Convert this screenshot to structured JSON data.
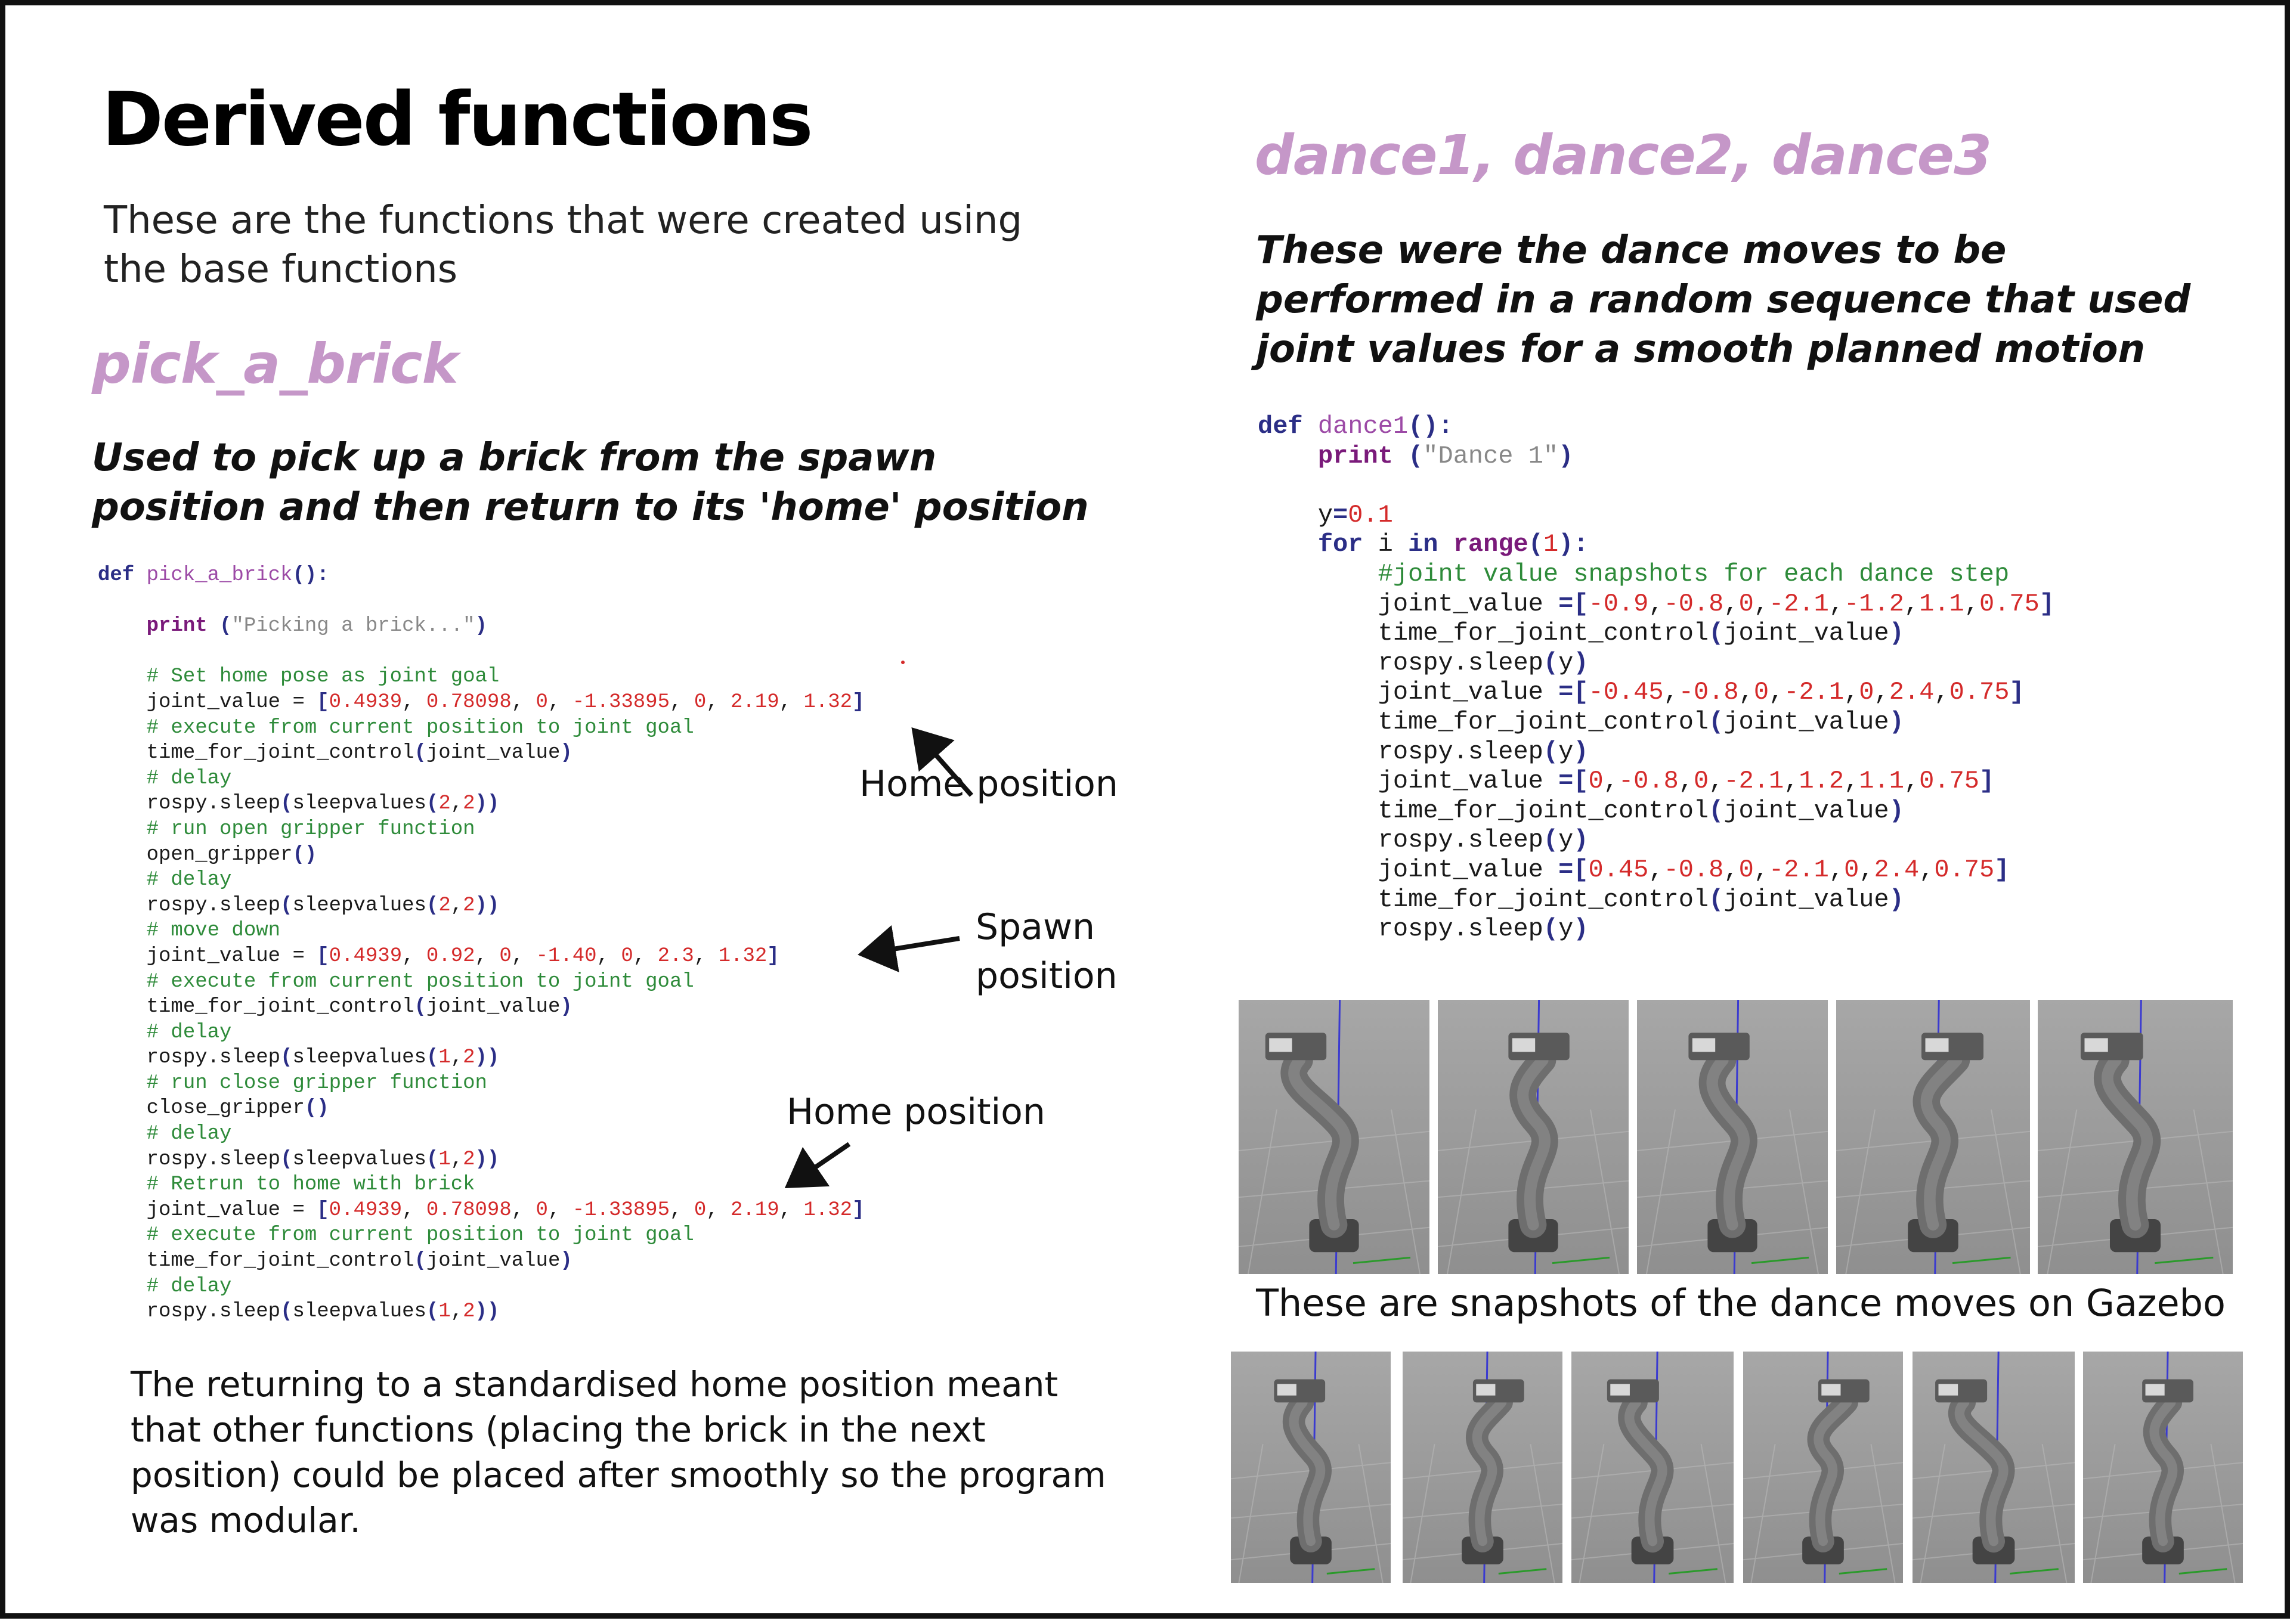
{
  "title": "Derived functions",
  "intro": "These are the functions that were created using the base functions",
  "left": {
    "heading": "pick_a_brick",
    "description": "Used to pick up a brick from the spawn position and then return to its 'home' position",
    "annotations": {
      "home1": "Home position",
      "spawn_line1": "Spawn",
      "spawn_line2": "position",
      "home2": "Home position"
    },
    "body": "The returning to a standardised home position meant that other functions (placing the brick in the next position) could be placed after smoothly so the program was modular."
  },
  "right": {
    "heading": "dance1, dance2, dance3",
    "description": "These were the dance moves to be performed in a random sequence that used joint values for a smooth planned motion",
    "caption": "These are snapshots of the dance moves on Gazebo"
  },
  "code_left": [
    [
      [
        "kw",
        "def "
      ],
      [
        "fn",
        "pick_a_brick"
      ],
      [
        "br",
        "():"
      ]
    ],
    [],
    [
      [
        "plain",
        "    "
      ],
      [
        "kw2",
        "print "
      ],
      [
        "br",
        "("
      ],
      [
        "str",
        "\"Picking a brick...\""
      ],
      [
        "br",
        ")"
      ]
    ],
    [],
    [
      [
        "cmt",
        "    # Set home pose as joint goal"
      ]
    ],
    [
      [
        "plain",
        "    joint_value = "
      ],
      [
        "br",
        "["
      ],
      [
        "num",
        "0.4939"
      ],
      [
        "plain",
        ", "
      ],
      [
        "num",
        "0.78098"
      ],
      [
        "plain",
        ", "
      ],
      [
        "num",
        "0"
      ],
      [
        "plain",
        ", "
      ],
      [
        "num",
        "-1.33895"
      ],
      [
        "plain",
        ", "
      ],
      [
        "num",
        "0"
      ],
      [
        "plain",
        ", "
      ],
      [
        "num",
        "2.19"
      ],
      [
        "plain",
        ", "
      ],
      [
        "num",
        "1.32"
      ],
      [
        "br",
        "]"
      ]
    ],
    [
      [
        "cmt",
        "    # execute from current position to joint goal"
      ]
    ],
    [
      [
        "plain",
        "    time_for_joint_control"
      ],
      [
        "br",
        "("
      ],
      [
        "plain",
        "joint_value"
      ],
      [
        "br",
        ")"
      ]
    ],
    [
      [
        "cmt",
        "    # delay"
      ]
    ],
    [
      [
        "plain",
        "    rospy.sleep"
      ],
      [
        "br",
        "("
      ],
      [
        "plain",
        "sleepvalues"
      ],
      [
        "br",
        "("
      ],
      [
        "num",
        "2"
      ],
      [
        "plain",
        ","
      ],
      [
        "num",
        "2"
      ],
      [
        "br",
        "))"
      ]
    ],
    [
      [
        "cmt",
        "    # run open gripper function"
      ]
    ],
    [
      [
        "plain",
        "    open_gripper"
      ],
      [
        "br",
        "()"
      ]
    ],
    [
      [
        "cmt",
        "    # delay"
      ]
    ],
    [
      [
        "plain",
        "    rospy.sleep"
      ],
      [
        "br",
        "("
      ],
      [
        "plain",
        "sleepvalues"
      ],
      [
        "br",
        "("
      ],
      [
        "num",
        "2"
      ],
      [
        "plain",
        ","
      ],
      [
        "num",
        "2"
      ],
      [
        "br",
        "))"
      ]
    ],
    [
      [
        "cmt",
        "    # move down"
      ]
    ],
    [
      [
        "plain",
        "    joint_value = "
      ],
      [
        "br",
        "["
      ],
      [
        "num",
        "0.4939"
      ],
      [
        "plain",
        ", "
      ],
      [
        "num",
        "0.92"
      ],
      [
        "plain",
        ", "
      ],
      [
        "num",
        "0"
      ],
      [
        "plain",
        ", "
      ],
      [
        "num",
        "-1.40"
      ],
      [
        "plain",
        ", "
      ],
      [
        "num",
        "0"
      ],
      [
        "plain",
        ", "
      ],
      [
        "num",
        "2.3"
      ],
      [
        "plain",
        ", "
      ],
      [
        "num",
        "1.32"
      ],
      [
        "br",
        "]"
      ]
    ],
    [
      [
        "cmt",
        "    # execute from current position to joint goal"
      ]
    ],
    [
      [
        "plain",
        "    time_for_joint_control"
      ],
      [
        "br",
        "("
      ],
      [
        "plain",
        "joint_value"
      ],
      [
        "br",
        ")"
      ]
    ],
    [
      [
        "cmt",
        "    # delay"
      ]
    ],
    [
      [
        "plain",
        "    rospy.sleep"
      ],
      [
        "br",
        "("
      ],
      [
        "plain",
        "sleepvalues"
      ],
      [
        "br",
        "("
      ],
      [
        "num",
        "1"
      ],
      [
        "plain",
        ","
      ],
      [
        "num",
        "2"
      ],
      [
        "br",
        "))"
      ]
    ],
    [
      [
        "cmt",
        "    # run close gripper function"
      ]
    ],
    [
      [
        "plain",
        "    close_gripper"
      ],
      [
        "br",
        "()"
      ]
    ],
    [
      [
        "cmt",
        "    # delay"
      ]
    ],
    [
      [
        "plain",
        "    rospy.sleep"
      ],
      [
        "br",
        "("
      ],
      [
        "plain",
        "sleepvalues"
      ],
      [
        "br",
        "("
      ],
      [
        "num",
        "1"
      ],
      [
        "plain",
        ","
      ],
      [
        "num",
        "2"
      ],
      [
        "br",
        "))"
      ]
    ],
    [
      [
        "cmt",
        "    # Retrun to home with brick"
      ]
    ],
    [
      [
        "plain",
        "    joint_value = "
      ],
      [
        "br",
        "["
      ],
      [
        "num",
        "0.4939"
      ],
      [
        "plain",
        ", "
      ],
      [
        "num",
        "0.78098"
      ],
      [
        "plain",
        ", "
      ],
      [
        "num",
        "0"
      ],
      [
        "plain",
        ", "
      ],
      [
        "num",
        "-1.33895"
      ],
      [
        "plain",
        ", "
      ],
      [
        "num",
        "0"
      ],
      [
        "plain",
        ", "
      ],
      [
        "num",
        "2.19"
      ],
      [
        "plain",
        ", "
      ],
      [
        "num",
        "1.32"
      ],
      [
        "br",
        "]"
      ]
    ],
    [
      [
        "cmt",
        "    # execute from current position to joint goal"
      ]
    ],
    [
      [
        "plain",
        "    time_for_joint_control"
      ],
      [
        "br",
        "("
      ],
      [
        "plain",
        "joint_value"
      ],
      [
        "br",
        ")"
      ]
    ],
    [
      [
        "cmt",
        "    # delay"
      ]
    ],
    [
      [
        "plain",
        "    rospy.sleep"
      ],
      [
        "br",
        "("
      ],
      [
        "plain",
        "sleepvalues"
      ],
      [
        "br",
        "("
      ],
      [
        "num",
        "1"
      ],
      [
        "plain",
        ","
      ],
      [
        "num",
        "2"
      ],
      [
        "br",
        "))"
      ]
    ]
  ],
  "code_right": [
    [
      [
        "kw",
        "def "
      ],
      [
        "fn",
        "dance1"
      ],
      [
        "br",
        "():"
      ]
    ],
    [
      [
        "plain",
        "    "
      ],
      [
        "kw2",
        "print "
      ],
      [
        "br",
        "("
      ],
      [
        "str",
        "\"Dance 1\""
      ],
      [
        "br",
        ")"
      ]
    ],
    [],
    [
      [
        "plain",
        "    y"
      ],
      [
        "br",
        "="
      ],
      [
        "num",
        "0.1"
      ]
    ],
    [
      [
        "plain",
        "    "
      ],
      [
        "kw",
        "for "
      ],
      [
        "plain",
        "i "
      ],
      [
        "kw",
        "in "
      ],
      [
        "kw2",
        "range"
      ],
      [
        "br",
        "("
      ],
      [
        "num",
        "1"
      ],
      [
        "br",
        "):"
      ]
    ],
    [
      [
        "cmt",
        "        #joint value snapshots for each dance step"
      ]
    ],
    [
      [
        "plain",
        "        joint_value "
      ],
      [
        "br",
        "=["
      ],
      [
        "num",
        "-0.9"
      ],
      [
        "plain",
        ","
      ],
      [
        "num",
        "-0.8"
      ],
      [
        "plain",
        ","
      ],
      [
        "num",
        "0"
      ],
      [
        "plain",
        ","
      ],
      [
        "num",
        "-2.1"
      ],
      [
        "plain",
        ","
      ],
      [
        "num",
        "-1.2"
      ],
      [
        "plain",
        ","
      ],
      [
        "num",
        "1.1"
      ],
      [
        "plain",
        ","
      ],
      [
        "num",
        "0.75"
      ],
      [
        "br",
        "]"
      ]
    ],
    [
      [
        "plain",
        "        time_for_joint_control"
      ],
      [
        "br",
        "("
      ],
      [
        "plain",
        "joint_value"
      ],
      [
        "br",
        ")"
      ]
    ],
    [
      [
        "plain",
        "        rospy.sleep"
      ],
      [
        "br",
        "("
      ],
      [
        "plain",
        "y"
      ],
      [
        "br",
        ")"
      ]
    ],
    [
      [
        "plain",
        "        joint_value "
      ],
      [
        "br",
        "=["
      ],
      [
        "num",
        "-0.45"
      ],
      [
        "plain",
        ","
      ],
      [
        "num",
        "-0.8"
      ],
      [
        "plain",
        ","
      ],
      [
        "num",
        "0"
      ],
      [
        "plain",
        ","
      ],
      [
        "num",
        "-2.1"
      ],
      [
        "plain",
        ","
      ],
      [
        "num",
        "0"
      ],
      [
        "plain",
        ","
      ],
      [
        "num",
        "2.4"
      ],
      [
        "plain",
        ","
      ],
      [
        "num",
        "0.75"
      ],
      [
        "br",
        "]"
      ]
    ],
    [
      [
        "plain",
        "        time_for_joint_control"
      ],
      [
        "br",
        "("
      ],
      [
        "plain",
        "joint_value"
      ],
      [
        "br",
        ")"
      ]
    ],
    [
      [
        "plain",
        "        rospy.sleep"
      ],
      [
        "br",
        "("
      ],
      [
        "plain",
        "y"
      ],
      [
        "br",
        ")"
      ]
    ],
    [
      [
        "plain",
        "        joint_value "
      ],
      [
        "br",
        "=["
      ],
      [
        "num",
        "0"
      ],
      [
        "plain",
        ","
      ],
      [
        "num",
        "-0.8"
      ],
      [
        "plain",
        ","
      ],
      [
        "num",
        "0"
      ],
      [
        "plain",
        ","
      ],
      [
        "num",
        "-2.1"
      ],
      [
        "plain",
        ","
      ],
      [
        "num",
        "1.2"
      ],
      [
        "plain",
        ","
      ],
      [
        "num",
        "1.1"
      ],
      [
        "plain",
        ","
      ],
      [
        "num",
        "0.75"
      ],
      [
        "br",
        "]"
      ]
    ],
    [
      [
        "plain",
        "        time_for_joint_control"
      ],
      [
        "br",
        "("
      ],
      [
        "plain",
        "joint_value"
      ],
      [
        "br",
        ")"
      ]
    ],
    [
      [
        "plain",
        "        rospy.sleep"
      ],
      [
        "br",
        "("
      ],
      [
        "plain",
        "y"
      ],
      [
        "br",
        ")"
      ]
    ],
    [
      [
        "plain",
        "        joint_value "
      ],
      [
        "br",
        "=["
      ],
      [
        "num",
        "0.45"
      ],
      [
        "plain",
        ","
      ],
      [
        "num",
        "-0.8"
      ],
      [
        "plain",
        ","
      ],
      [
        "num",
        "0"
      ],
      [
        "plain",
        ","
      ],
      [
        "num",
        "-2.1"
      ],
      [
        "plain",
        ","
      ],
      [
        "num",
        "0"
      ],
      [
        "plain",
        ","
      ],
      [
        "num",
        "2.4"
      ],
      [
        "plain",
        ","
      ],
      [
        "num",
        "0.75"
      ],
      [
        "br",
        "]"
      ]
    ],
    [
      [
        "plain",
        "        time_for_joint_control"
      ],
      [
        "br",
        "("
      ],
      [
        "plain",
        "joint_value"
      ],
      [
        "br",
        ")"
      ]
    ],
    [
      [
        "plain",
        "        rospy.sleep"
      ],
      [
        "br",
        "("
      ],
      [
        "plain",
        "y"
      ],
      [
        "br",
        ")"
      ]
    ]
  ],
  "colors": {
    "heading_accent": "#c597c8",
    "keyword": "#2b2e86",
    "number": "#d42a2a",
    "comment": "#2e8b3a",
    "string": "#888888",
    "snapshot_background": "#9a9a9a"
  },
  "snapshots": {
    "top_row": [
      {
        "icon": "robot-arm-snapshot-icon"
      },
      {
        "icon": "robot-arm-snapshot-icon"
      },
      {
        "icon": "robot-arm-snapshot-icon"
      },
      {
        "icon": "robot-arm-snapshot-icon"
      },
      {
        "icon": "robot-arm-snapshot-icon"
      }
    ],
    "bottom_row": [
      {
        "icon": "robot-arm-snapshot-icon"
      },
      {
        "icon": "robot-arm-snapshot-icon"
      },
      {
        "icon": "robot-arm-snapshot-icon"
      },
      {
        "icon": "robot-arm-snapshot-icon"
      },
      {
        "icon": "robot-arm-snapshot-icon"
      },
      {
        "icon": "robot-arm-snapshot-icon"
      }
    ]
  }
}
